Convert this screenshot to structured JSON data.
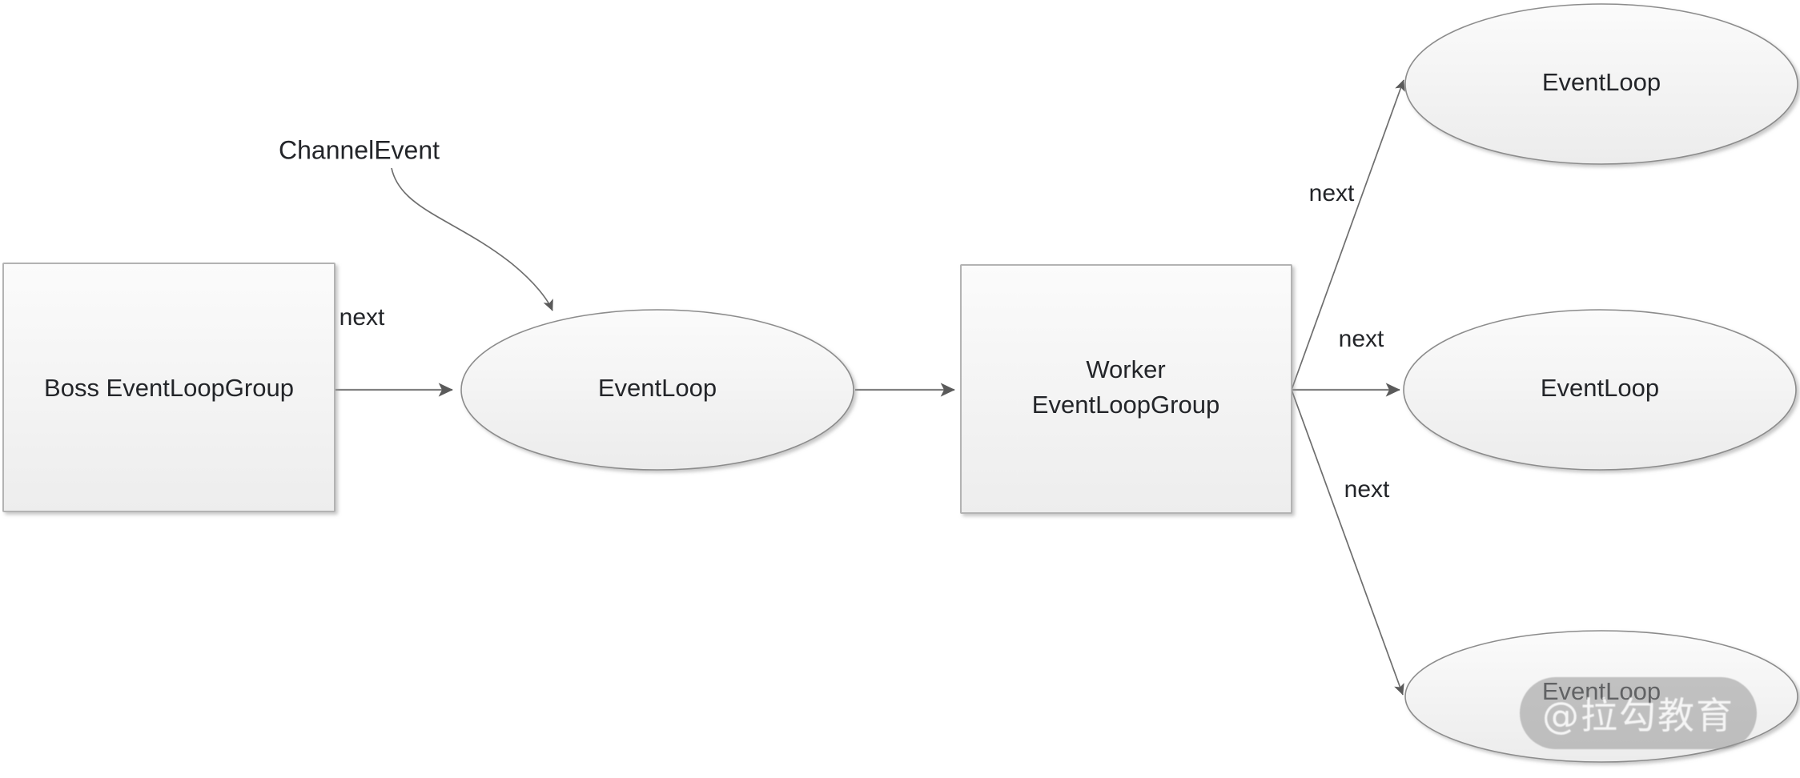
{
  "diagram": {
    "title": "Netty EventLoopGroup next() dispatch diagram",
    "background_color": "#ffffff",
    "shape_fill_top": "#fafafa",
    "shape_fill_bottom": "#eeeeee",
    "shape_border_color": "#b3b3b3",
    "ellipse_border_color": "#8c8c8c",
    "edge_color": "#808080",
    "text_color": "#232529"
  },
  "nodes": {
    "boss_group": {
      "label": "Boss EventLoopGroup",
      "shape": "rectangle"
    },
    "boss_event_loop": {
      "label": "EventLoop",
      "shape": "ellipse"
    },
    "worker_group": {
      "label_line1": "Worker",
      "label_line2": "EventLoopGroup",
      "shape": "rectangle"
    },
    "worker_event_loop_1": {
      "label": "EventLoop",
      "shape": "ellipse"
    },
    "worker_event_loop_2": {
      "label": "EventLoop",
      "shape": "ellipse"
    },
    "worker_event_loop_3": {
      "label": "EventLoop",
      "shape": "ellipse"
    }
  },
  "edges": {
    "channel_event": {
      "label": "ChannelEvent",
      "from": "",
      "to": "boss_event_loop",
      "style": "curved"
    },
    "boss_next": {
      "label": "next",
      "from": "boss_group",
      "to": "boss_event_loop",
      "style": "straight"
    },
    "boss_to_worker": {
      "label": "",
      "from": "boss_event_loop",
      "to": "worker_group",
      "style": "straight"
    },
    "worker_next_1": {
      "label": "next",
      "from": "worker_group",
      "to": "worker_event_loop_1",
      "style": "straight"
    },
    "worker_next_2": {
      "label": "next",
      "from": "worker_group",
      "to": "worker_event_loop_2",
      "style": "straight"
    },
    "worker_next_3": {
      "label": "next",
      "from": "worker_group",
      "to": "worker_event_loop_3",
      "style": "straight"
    }
  },
  "watermark": {
    "text": "@拉勾教育"
  }
}
